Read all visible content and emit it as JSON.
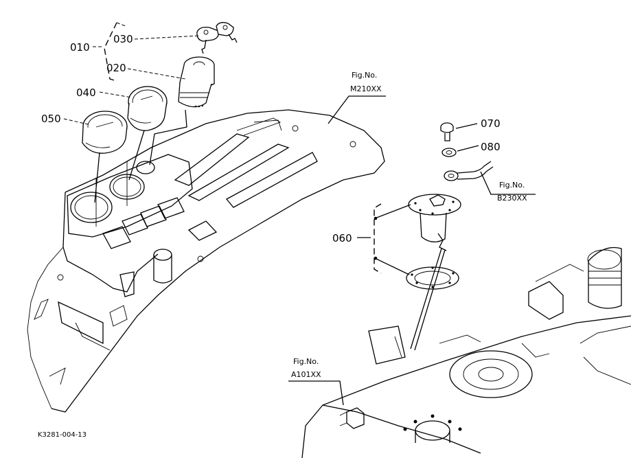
{
  "diagram": {
    "part_labels": {
      "p010": "010",
      "p020": "020",
      "p030": "030",
      "p040": "040",
      "p050": "050",
      "p060": "060",
      "p070": "070",
      "p080": "080"
    },
    "references": {
      "m210": {
        "caption": "Fig.No.",
        "code": "M210XX"
      },
      "b230": {
        "caption": "Fig.No.",
        "code": "B230XX"
      },
      "a101": {
        "caption": "Fig.No.",
        "code": "A101XX"
      }
    },
    "drawing_id": "K3281-004-13"
  }
}
